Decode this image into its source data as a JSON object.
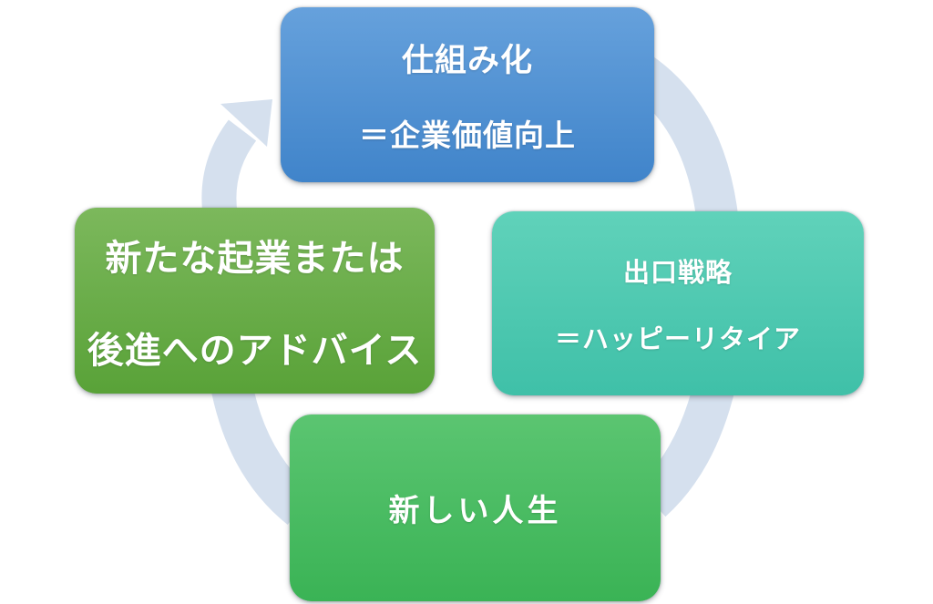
{
  "diagram": {
    "type": "cycle",
    "flow_direction": "clockwise",
    "background_color": "#ffffff",
    "arrow": {
      "color": "#d5e0ee",
      "description": "circular cycle arrow connecting four stages, arrowhead visible at top-left pointing to top node"
    },
    "nodes": [
      {
        "id": "systematization",
        "position": "top",
        "line1": "仕組み化",
        "line2": "＝企業価値向上",
        "color_top": "#66a1dc",
        "color_bottom": "#4084ca"
      },
      {
        "id": "exit-strategy",
        "position": "right",
        "line1": "出口戦略",
        "line2": "＝ハッピーリタイア",
        "color_top": "#60d2ba",
        "color_bottom": "#3fc0a8"
      },
      {
        "id": "new-life",
        "position": "bottom",
        "line1": "新しい人生",
        "line2": "",
        "color_top": "#5bc571",
        "color_bottom": "#3ab355"
      },
      {
        "id": "new-venture-or-advice",
        "position": "left",
        "line1": "新たな起業または",
        "line2": "後進へのアドバイス",
        "color_top": "#7cb85c",
        "color_bottom": "#59a238"
      }
    ]
  }
}
